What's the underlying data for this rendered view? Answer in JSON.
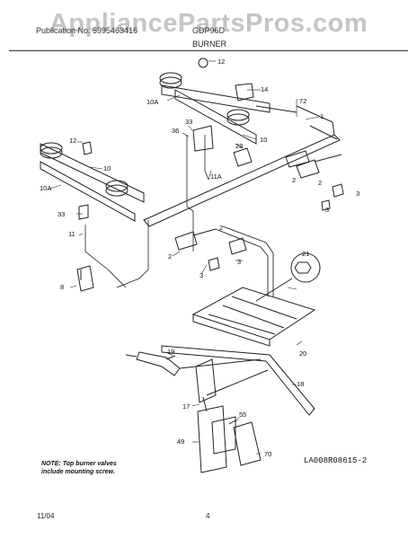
{
  "watermark": "AppliancePartsPros.com",
  "header": {
    "left_text": "Publication No. 5995463416",
    "right_text": "GDP96D"
  },
  "section_title": "BURNER",
  "callouts": [
    "12",
    "14",
    "10A",
    "72",
    "1",
    "33",
    "36",
    "28",
    "10",
    "12",
    "10",
    "10A",
    "11A",
    "2",
    "33",
    "2",
    "3",
    "11",
    "2",
    "3",
    "3",
    "2",
    "3",
    "8",
    "21",
    "20",
    "19",
    "18",
    "17",
    "55",
    "49",
    "70"
  ],
  "note": {
    "line1": "NOTE: Top burner valves",
    "line2": "include mounting screw."
  },
  "diagram_ref": "LA008R08615-2",
  "footer": {
    "date": "11/04",
    "page": "4"
  }
}
